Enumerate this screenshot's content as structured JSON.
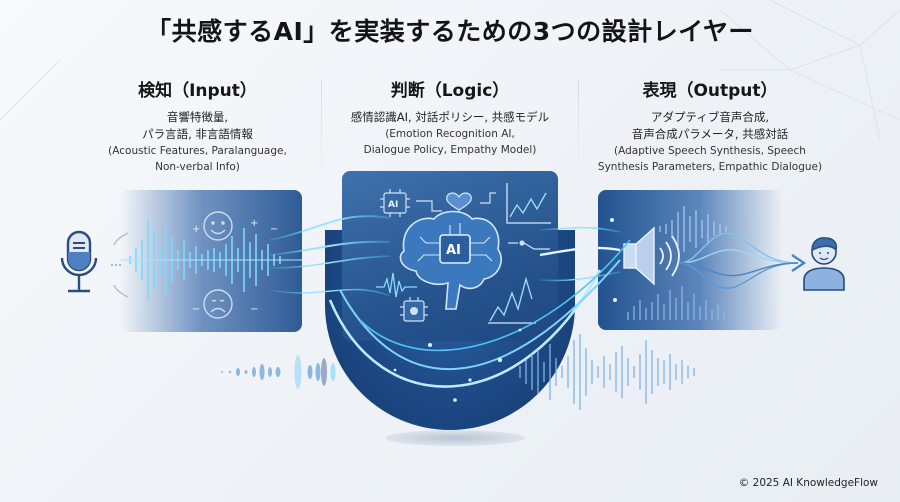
{
  "title": "「共感するAI」を実装するための3つの設計レイヤー",
  "layers": [
    {
      "id": "input",
      "heading": "検知（Input）",
      "jp_lines": [
        "音響特徴量,",
        "パラ言語, 非言語情報"
      ],
      "en_lines": [
        "(Acoustic Features, Paralanguage,",
        "Non-verbal Info)"
      ],
      "icons": [
        "microphone-icon",
        "smile-face-icon",
        "sad-face-icon",
        "waveform-icon"
      ]
    },
    {
      "id": "logic",
      "heading": "判断（Logic）",
      "jp_lines": [
        "感情認識AI, 対話ポリシー, 共感モデル"
      ],
      "en_lines": [
        "(Emotion Recognition AI,",
        "Dialogue Policy, Empathy Model)"
      ],
      "icons": [
        "ai-chip-icon",
        "heart-icon",
        "brain-ai-icon",
        "line-chart-icon",
        "pulse-wave-icon",
        "processor-icon"
      ],
      "chip_label": "AI"
    },
    {
      "id": "output",
      "heading": "表現（Output）",
      "jp_lines": [
        "アダプティブ音声合成,",
        "音声合成パラメータ, 共感対話"
      ],
      "en_lines": [
        "(Adaptive Speech Synthesis, Speech",
        "Synthesis Parameters, Empathic Dialogue)"
      ],
      "icons": [
        "speaker-icon",
        "sound-wave-icon",
        "person-icon"
      ]
    }
  ],
  "footer": "© 2025 AI KnowledgeFlow",
  "colors": {
    "navy": "#1e4780",
    "blue": "#3f72ad",
    "cyan": "#4fc3f7",
    "light_cyan": "#9fe3ff",
    "background": "#f2f5f9"
  }
}
